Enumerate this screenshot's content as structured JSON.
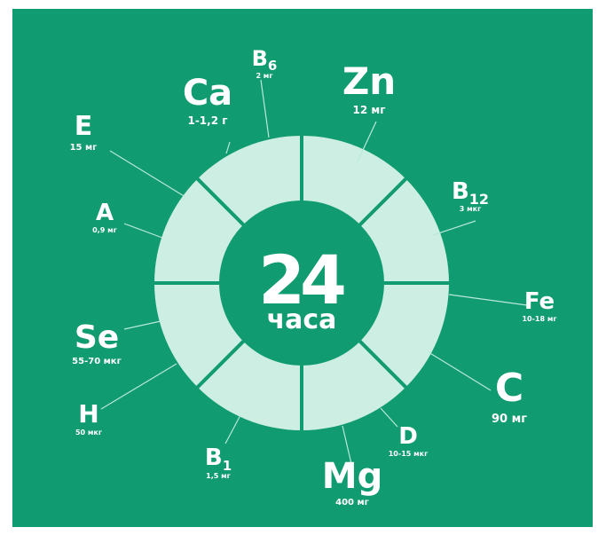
{
  "center": {
    "number": "24",
    "unit": "часа"
  },
  "nutrients": [
    {
      "id": "ca",
      "symbol": "Ca",
      "sub": "",
      "dose": "1-1,2 г"
    },
    {
      "id": "b6",
      "symbol": "B",
      "sub": "6",
      "dose": "2 мг"
    },
    {
      "id": "zn",
      "symbol": "Zn",
      "sub": "",
      "dose": "12 мг"
    },
    {
      "id": "e",
      "symbol": "E",
      "sub": "",
      "dose": "15 мг"
    },
    {
      "id": "b12",
      "symbol": "B",
      "sub": "12",
      "dose": "3 мкг"
    },
    {
      "id": "a",
      "symbol": "A",
      "sub": "",
      "dose": "0,9 мг"
    },
    {
      "id": "fe",
      "symbol": "Fe",
      "sub": "",
      "dose": "10-18 мг"
    },
    {
      "id": "se",
      "symbol": "Se",
      "sub": "",
      "dose": "55-70 мкг"
    },
    {
      "id": "c",
      "symbol": "C",
      "sub": "",
      "dose": "90 мг"
    },
    {
      "id": "h",
      "symbol": "H",
      "sub": "",
      "dose": "50 мкг"
    },
    {
      "id": "d",
      "symbol": "D",
      "sub": "",
      "dose": "10-15 мкг"
    },
    {
      "id": "b1",
      "symbol": "B",
      "sub": "1",
      "dose": "1,5 мг"
    },
    {
      "id": "mg",
      "symbol": "Mg",
      "sub": "",
      "dose": "400 мг"
    }
  ],
  "colors": {
    "background": "#119b70",
    "ring": "#cdeee2",
    "leader": "#b9e9d8",
    "text": "#ffffff"
  }
}
